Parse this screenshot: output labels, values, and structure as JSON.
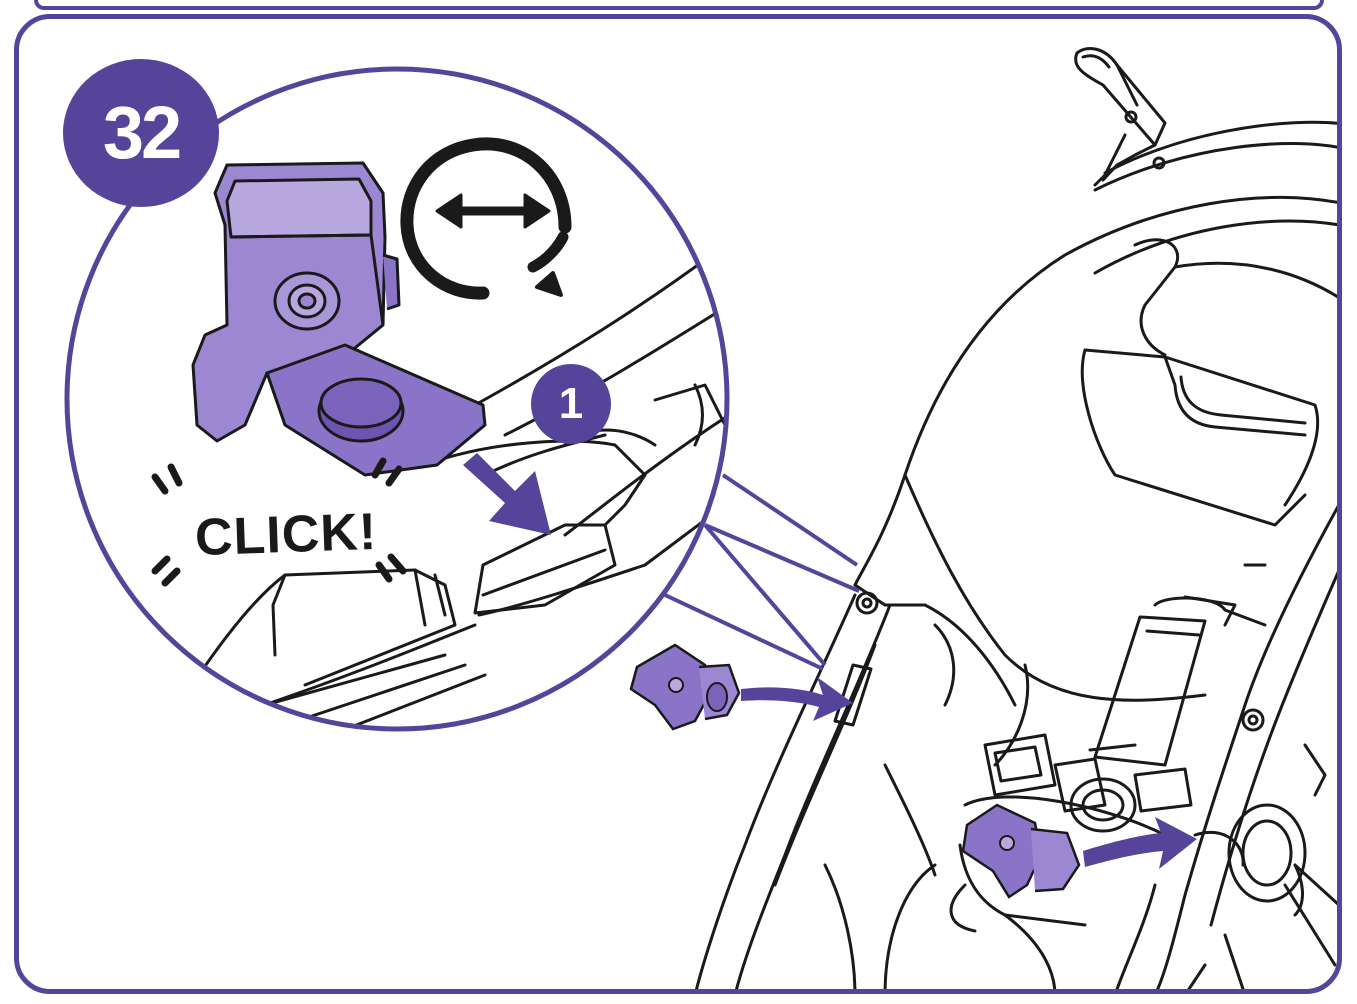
{
  "step": {
    "number": "32"
  },
  "callout": {
    "number": "1",
    "sound_text": "CLICK!"
  },
  "icons": {
    "swap_icon": "rotate-and-swap-icon",
    "push_arrow": "purple-arrow-icon"
  },
  "colors": {
    "accent": "#55449a",
    "accent_fill": "#8a74c8",
    "accent_light": "#b8a8e0",
    "line": "#1a1a1a"
  }
}
